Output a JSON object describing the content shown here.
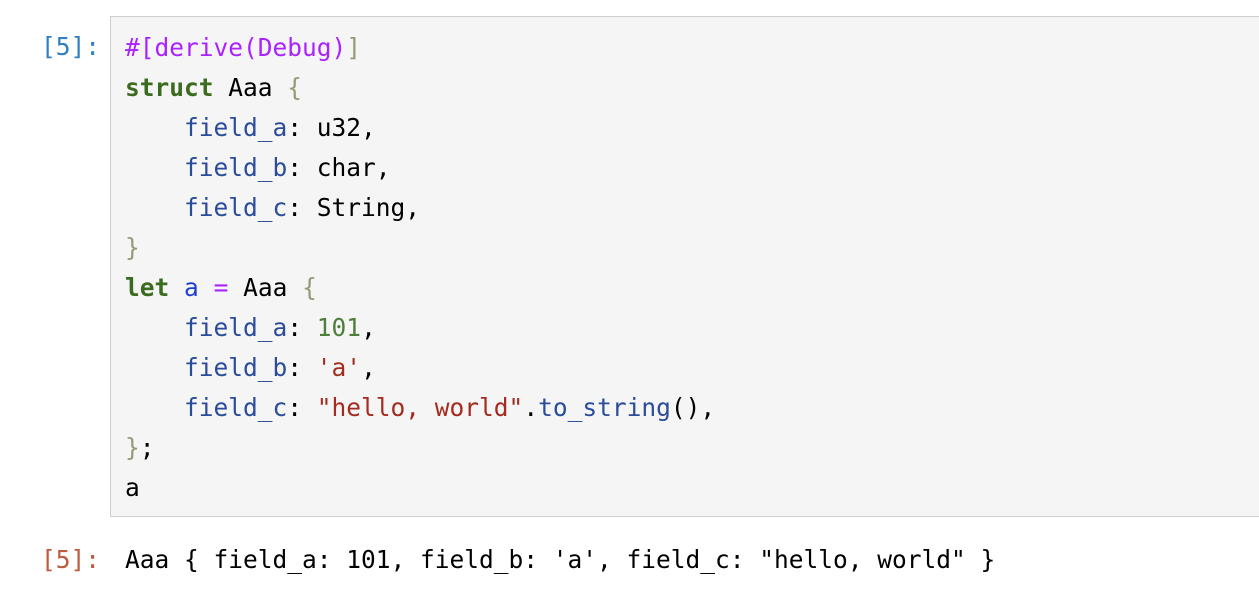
{
  "input_cell": {
    "prompt": "[5]:",
    "lines": [
      [
        {
          "t": "#[",
          "k": "meta"
        },
        {
          "t": "derive(Debug)",
          "k": "meta"
        },
        {
          "t": "]",
          "k": "bracket"
        }
      ],
      [
        {
          "t": "struct",
          "k": "keyword"
        },
        {
          "t": " Aaa ",
          "k": "plain"
        },
        {
          "t": "{",
          "k": "bracket"
        }
      ],
      [
        {
          "t": "    ",
          "k": "plain"
        },
        {
          "t": "field_a",
          "k": "field"
        },
        {
          "t": ": u32,",
          "k": "plain"
        }
      ],
      [
        {
          "t": "    ",
          "k": "plain"
        },
        {
          "t": "field_b",
          "k": "field"
        },
        {
          "t": ": char,",
          "k": "plain"
        }
      ],
      [
        {
          "t": "    ",
          "k": "plain"
        },
        {
          "t": "field_c",
          "k": "field"
        },
        {
          "t": ": String,",
          "k": "plain"
        }
      ],
      [
        {
          "t": "}",
          "k": "bracket"
        }
      ],
      [
        {
          "t": "let",
          "k": "keyword"
        },
        {
          "t": " ",
          "k": "plain"
        },
        {
          "t": "a",
          "k": "var"
        },
        {
          "t": " ",
          "k": "plain"
        },
        {
          "t": "=",
          "k": "op"
        },
        {
          "t": " Aaa ",
          "k": "plain"
        },
        {
          "t": "{",
          "k": "bracket"
        }
      ],
      [
        {
          "t": "    ",
          "k": "plain"
        },
        {
          "t": "field_a",
          "k": "field"
        },
        {
          "t": ": ",
          "k": "plain"
        },
        {
          "t": "101",
          "k": "number"
        },
        {
          "t": ",",
          "k": "plain"
        }
      ],
      [
        {
          "t": "    ",
          "k": "plain"
        },
        {
          "t": "field_b",
          "k": "field"
        },
        {
          "t": ": ",
          "k": "plain"
        },
        {
          "t": "'a'",
          "k": "string"
        },
        {
          "t": ",",
          "k": "plain"
        }
      ],
      [
        {
          "t": "    ",
          "k": "plain"
        },
        {
          "t": "field_c",
          "k": "field"
        },
        {
          "t": ": ",
          "k": "plain"
        },
        {
          "t": "\"hello, world\"",
          "k": "string"
        },
        {
          "t": ".",
          "k": "plain"
        },
        {
          "t": "to_string",
          "k": "method"
        },
        {
          "t": "(),",
          "k": "plain"
        }
      ],
      [
        {
          "t": "}",
          "k": "bracket"
        },
        {
          "t": ";",
          "k": "plain"
        }
      ],
      [
        {
          "t": "a",
          "k": "plain"
        }
      ]
    ]
  },
  "output_cell": {
    "prompt": "[5]:",
    "text": "Aaa { field_a: 101, field_b: 'a', field_c: \"hello, world\" }"
  },
  "colors": {
    "in_prompt": "#307fc1",
    "out_prompt": "#bf5b3d",
    "editor_background": "#f5f5f5",
    "editor_border": "#cfcfcf"
  }
}
